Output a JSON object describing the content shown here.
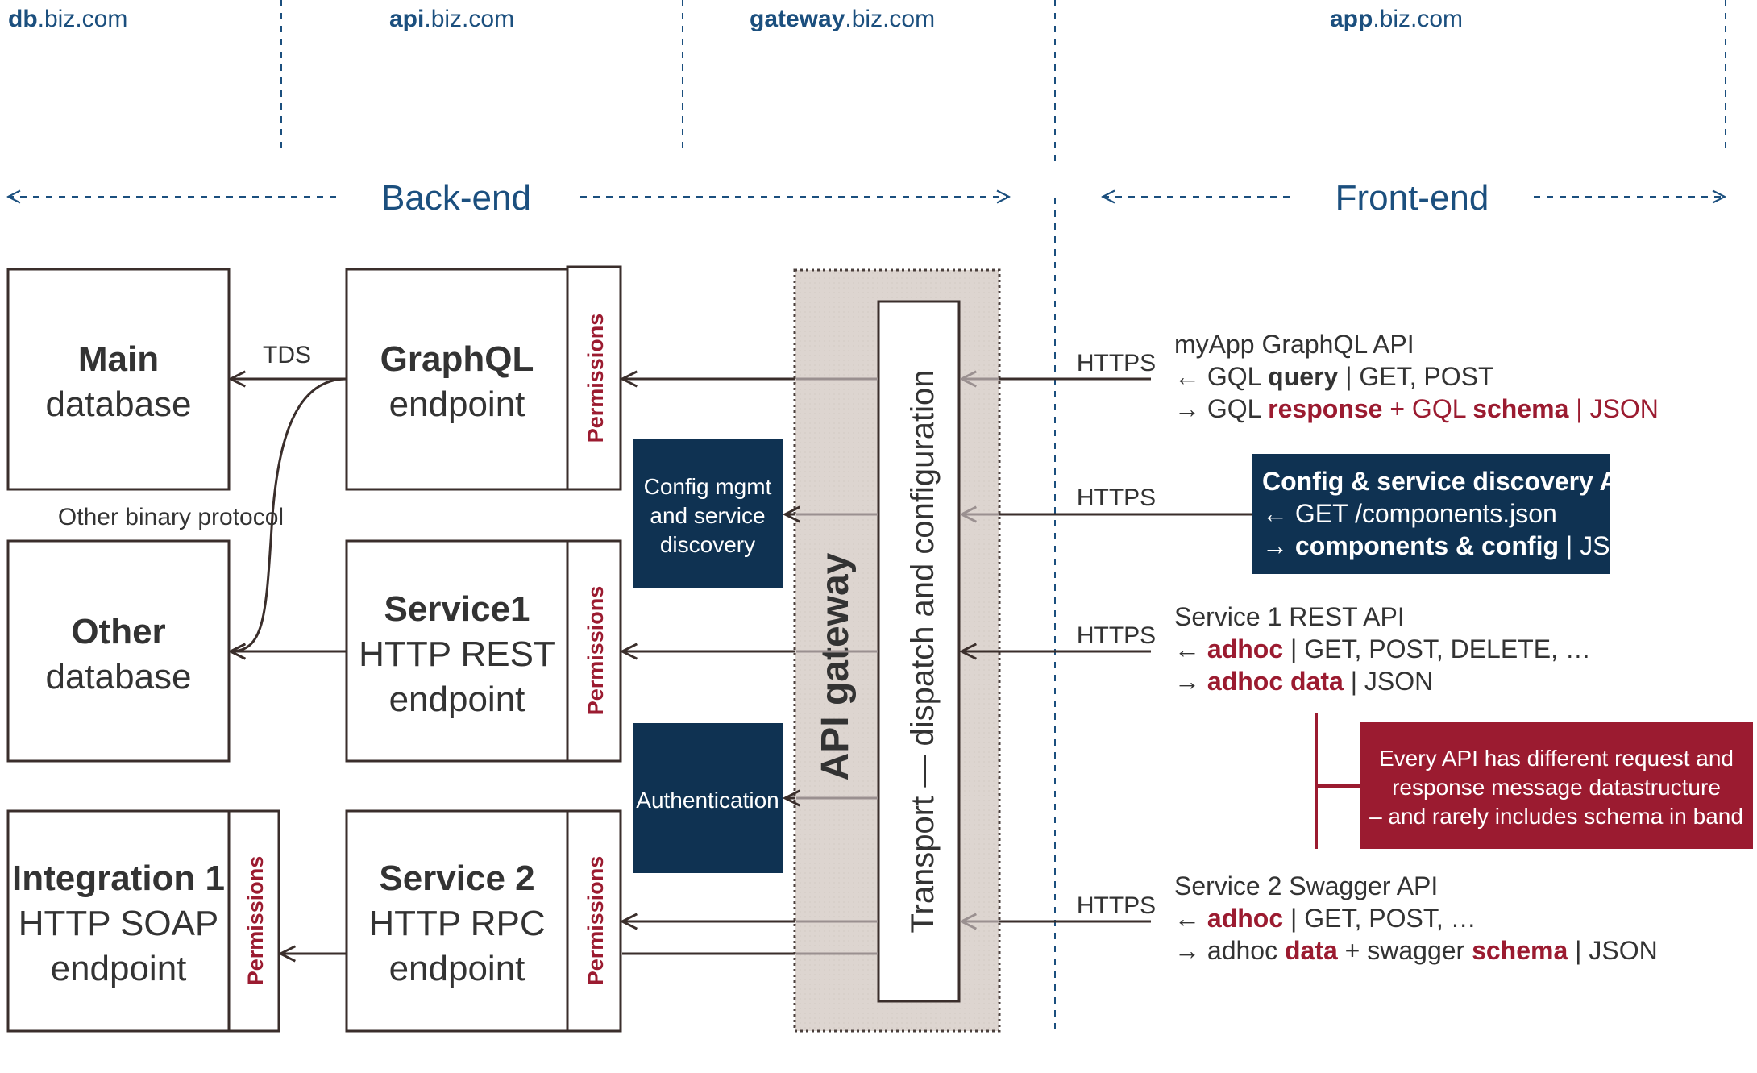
{
  "domains": {
    "db": {
      "prefix": "db",
      "suffix": ".biz.com"
    },
    "api": {
      "prefix": "api",
      "suffix": ".biz.com"
    },
    "gateway": {
      "prefix": "gateway",
      "suffix": ".biz.com"
    },
    "app": {
      "prefix": "app",
      "suffix": ".biz.com"
    }
  },
  "sections": {
    "backend": "Back-end",
    "frontend": "Front-end"
  },
  "boxes": {
    "main_db": {
      "line1": "Main",
      "line2": "database"
    },
    "other_db": {
      "line1": "Other",
      "line2": "database"
    },
    "integration": {
      "line1": "Integration 1",
      "line2": "HTTP SOAP",
      "line3": "endpoint"
    },
    "graphql": {
      "line1": "GraphQL",
      "line2": "endpoint"
    },
    "service1": {
      "line1": "Service1",
      "line2": "HTTP REST",
      "line3": "endpoint"
    },
    "service2": {
      "line1": "Service 2",
      "line2": "HTTP RPC",
      "line3": "endpoint"
    },
    "permissions": "Permissions",
    "config_mgmt": {
      "line1": "Config mgmt",
      "line2": "and service",
      "line3": "discovery"
    },
    "authentication": "Authentication",
    "gateway_label": "API gateway",
    "transport": "Transport — dispatch and configuration"
  },
  "labels": {
    "tds": "TDS",
    "other_binary": "Other binary protocol",
    "https": "HTTPS"
  },
  "apis": {
    "graphql": {
      "title": "myApp GraphQL API",
      "req_prefix": "← GQL ",
      "req_bold": "query",
      "req_rest": " | GET, POST",
      "res_prefix": "→ GQL ",
      "res_bold1": "response",
      "res_mid": " + GQL ",
      "res_bold2": "schema",
      "res_rest": " | JSON"
    },
    "config": {
      "title": "Config & service discovery API",
      "req": "← GET /components.json",
      "res_prefix": "→ ",
      "res_bold": "components & config",
      "res_rest": " | JSON"
    },
    "service1": {
      "title": "Service 1 REST API",
      "req_prefix": "← ",
      "req_bold": "adhoc",
      "req_rest": " | GET, POST, DELETE, …",
      "res_prefix": "→ ",
      "res_bold": "adhoc data",
      "res_rest": " | JSON"
    },
    "service2": {
      "title": "Service 2 Swagger API",
      "req_prefix": "← ",
      "req_bold": "adhoc",
      "req_rest": " | GET, POST, …",
      "res_prefix": "→ adhoc ",
      "res_bold1": "data",
      "res_mid": " + swagger ",
      "res_bold2": "schema",
      "res_rest": " | JSON"
    }
  },
  "note": {
    "line1": "Every API has different request and",
    "line2": "response message datastructure",
    "line3": "– and rarely includes schema in band"
  },
  "colors": {
    "navy": "#0f3252",
    "crimson": "#9b1b30",
    "gateway_fill": "#ddd5d0",
    "domain_blue": "#1b4f7e"
  }
}
